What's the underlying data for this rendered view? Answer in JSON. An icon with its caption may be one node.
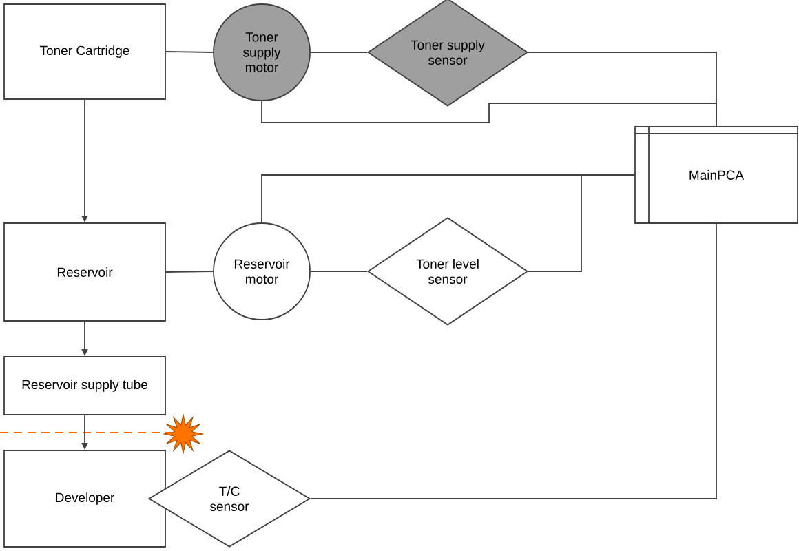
{
  "diagram": {
    "nodes": [
      {
        "text": [
          "Toner Cartridge"
        ]
      },
      {
        "text": [
          "Toner supply motor"
        ]
      },
      {
        "text": [
          "Toner supply sensor"
        ]
      },
      {
        "text": [
          "MainPCA"
        ]
      },
      {
        "text": [
          "Reservoir"
        ]
      },
      {
        "text": [
          "Reservoir motor"
        ]
      },
      {
        "text": [
          "Toner level sensor"
        ]
      },
      {
        "text": [
          "Reservoir supply tube"
        ]
      },
      {
        "text": [
          "Developer"
        ]
      },
      {
        "text": [
          "T/C sensor"
        ]
      }
    ],
    "edges": [
      {
        "from": 0,
        "to": 4,
        "arrow": "to"
      },
      {
        "from": 0,
        "to": 1,
        "arrow": "none"
      },
      {
        "from": 1,
        "to": 2,
        "arrow": "none"
      },
      {
        "from": 2,
        "to": 3,
        "arrow": "none"
      },
      {
        "from": 1,
        "to": 3,
        "arrow": "none"
      },
      {
        "from": 4,
        "to": 7,
        "arrow": "to"
      },
      {
        "from": 4,
        "to": 5,
        "arrow": "none"
      },
      {
        "from": 5,
        "to": 6,
        "arrow": "none"
      },
      {
        "from": 5,
        "to": 3,
        "arrow": "none"
      },
      {
        "from": 6,
        "to": 3,
        "arrow": "none"
      },
      {
        "from": 7,
        "to": 8,
        "arrow": "to"
      },
      {
        "from": 9,
        "to": 3,
        "arrow": "none"
      }
    ]
  }
}
